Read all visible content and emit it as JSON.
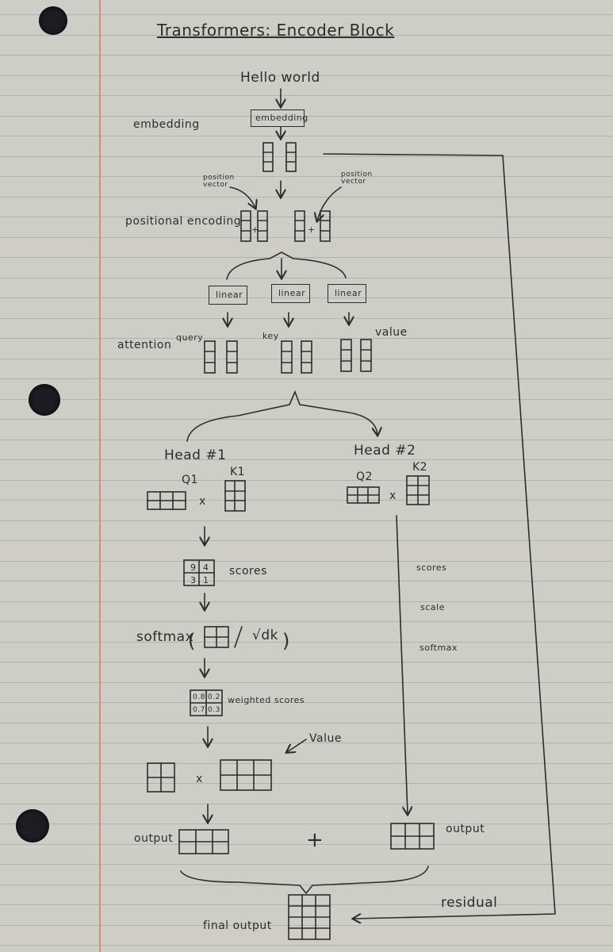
{
  "title": "Transformers: Encoder Block",
  "input_text": "Hello world",
  "labels": {
    "embedding_side": "embedding",
    "embedding_box": "embedding",
    "position_vector_left": "position vector",
    "position_vector_right": "position vector",
    "positional_encoding": "positional encoding",
    "linear": [
      "linear",
      "linear",
      "linear"
    ],
    "attention": "attention",
    "query": "query",
    "key": "key",
    "value": "value",
    "head1": "Head #1",
    "head2": "Head #2",
    "q1": "Q1",
    "k1": "K1",
    "q2": "Q2",
    "k2": "K2",
    "times": "x",
    "scores": "scores",
    "scores_cells": [
      "9",
      "4",
      "3",
      "1"
    ],
    "softmax_expr": "softmax",
    "sqrt_dk": "√dk",
    "weighted_scores": "weighted scores",
    "weighted_cells": [
      "0.8",
      "0.2",
      "0.7",
      "0.3"
    ],
    "value_arrow": "Value",
    "output_left": "output",
    "plus": "+",
    "output_right": "output",
    "head2_steps": [
      "scores",
      "scale",
      "softmax"
    ],
    "residual": "residual",
    "final_output": "final output"
  }
}
